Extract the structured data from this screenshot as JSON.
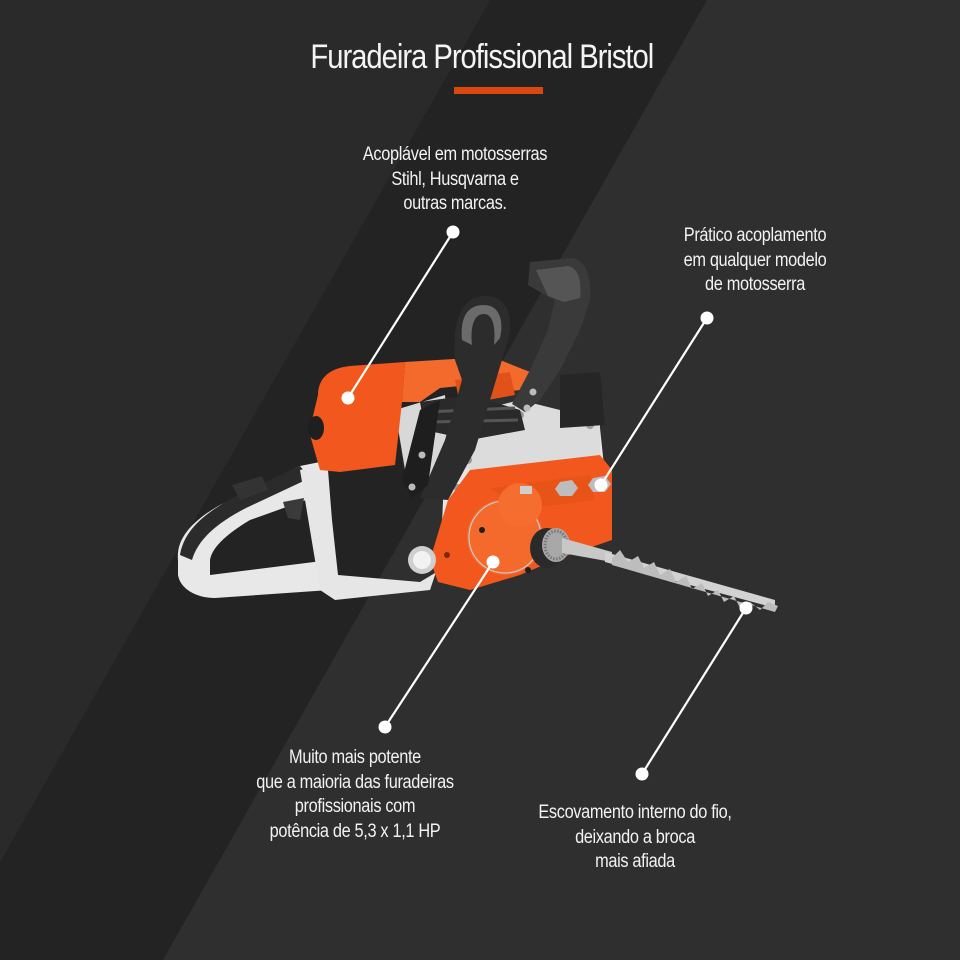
{
  "title": "Furadeira Profissional Bristol",
  "colors": {
    "background": "#2f2f2f",
    "band": "#232323",
    "accent": "#d9480f",
    "product_orange": "#f2581e",
    "product_white": "#e6e6e6",
    "product_black": "#2a2a2a",
    "text": "#f2f2f2"
  },
  "callouts": [
    {
      "lines": [
        "Acoplável em motosserras",
        "Stihl, Husqvarna e",
        "outras marcas."
      ],
      "label_dot": [
        453,
        232
      ],
      "target_dot": [
        348,
        398
      ]
    },
    {
      "lines": [
        "Prático acoplamento",
        "em qualquer modelo",
        "de motosserra"
      ],
      "label_dot": [
        707,
        318
      ],
      "target_dot": [
        601,
        485
      ]
    },
    {
      "lines": [
        "Muito mais potente",
        "que a maioria das furadeiras",
        "profissionais com",
        "potência de 5,3 x 1,1 HP"
      ],
      "label_dot": [
        385,
        727
      ],
      "target_dot": [
        493,
        562
      ]
    },
    {
      "lines": [
        "Escovamento interno do fio,",
        "deixando a broca",
        "mais afiada"
      ],
      "label_dot": [
        642,
        774
      ],
      "target_dot": [
        746,
        608
      ]
    }
  ],
  "product": {
    "image_alt": "chainsaw-with-drill-attachment"
  }
}
